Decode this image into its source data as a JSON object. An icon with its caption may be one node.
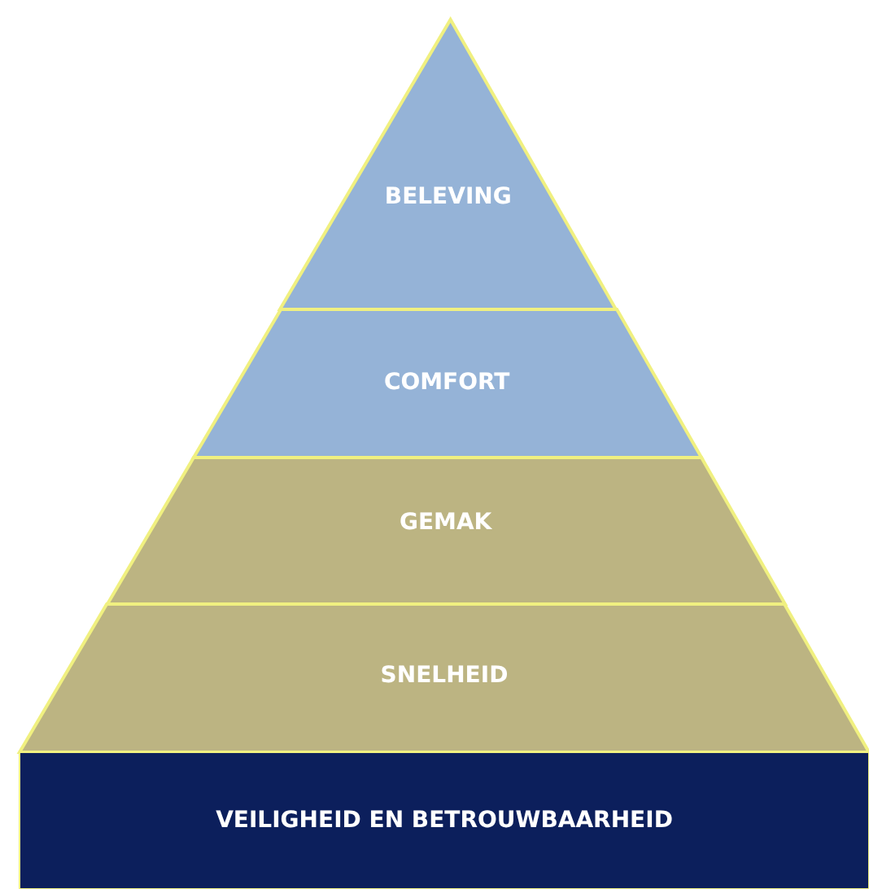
{
  "diagram": {
    "nodes": [
      {
        "text": [
          "BELEVING"
        ]
      },
      {
        "text": [
          "COMFORT"
        ]
      },
      {
        "text": [
          "GEMAK"
        ]
      },
      {
        "text": [
          "SNELHEID"
        ]
      },
      {
        "text": [
          "VEILIGHEID EN BETROUWBAARHEID"
        ]
      }
    ]
  }
}
